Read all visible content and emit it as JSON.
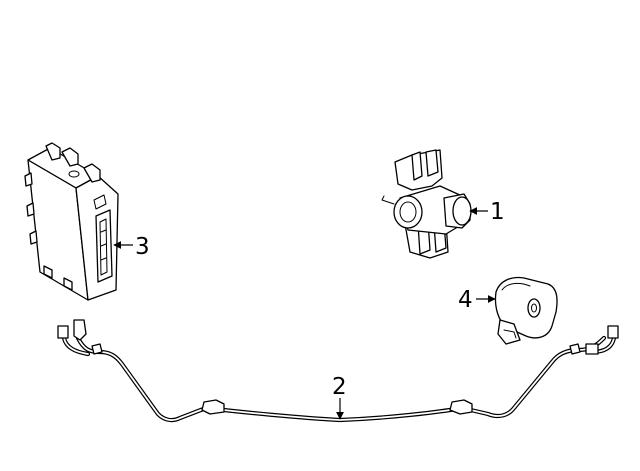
{
  "callouts": {
    "sensor": "1",
    "harness": "2",
    "module": "3",
    "bracket": "4"
  }
}
